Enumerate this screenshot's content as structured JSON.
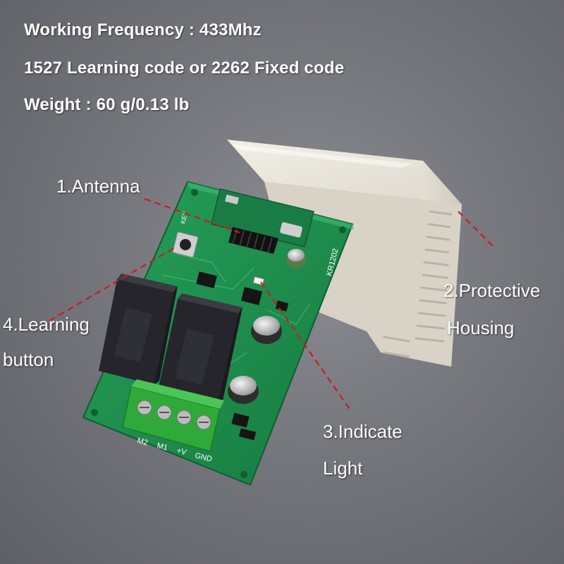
{
  "specs": {
    "frequency": "Working Frequency : 433Mhz",
    "code": "1527 Learning code or 2262 Fixed code",
    "weight": "Weight : 60 g/0.13 lb"
  },
  "callouts": {
    "antenna": "1.Antenna",
    "housing_line1": "2.Protective",
    "housing_line2": "Housing",
    "light_line1": "3.Indicate",
    "light_line2": "Light",
    "learning_line1": "4.Learning",
    "learning_line2": "button"
  },
  "board_text": {
    "model": "KR1202",
    "key": "KEY",
    "terminals": [
      "M2",
      "M1",
      "+V",
      "GND"
    ]
  },
  "colors": {
    "background": "#76767d",
    "pcb": "#1f8f4e",
    "housing": "#e8e4d9",
    "relay": "#2a2a30",
    "terminal_block": "#2faa3a",
    "callout_line": "#d11a1a"
  }
}
